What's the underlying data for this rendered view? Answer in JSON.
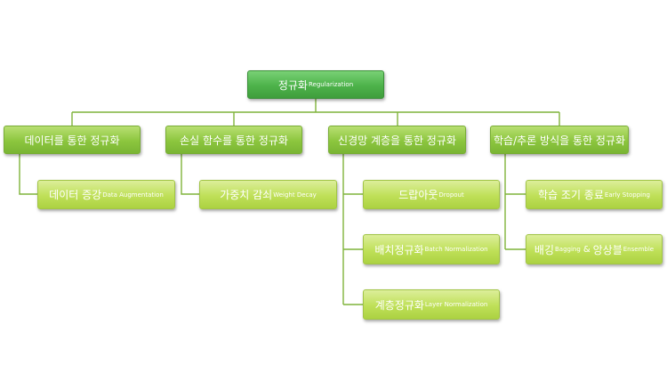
{
  "root": {
    "ko": "정규화",
    "en": "Regularization"
  },
  "categories": [
    {
      "label": "데이터를 통한 정규화",
      "items": [
        {
          "ko": "데이터 증강",
          "en": "Data Augmentation"
        }
      ]
    },
    {
      "label": "손실 함수를 통한 정규화",
      "items": [
        {
          "ko": "가중치 감쇠",
          "en": "Weight Decay"
        }
      ]
    },
    {
      "label": "신경망 계층을 통한 정규화",
      "items": [
        {
          "ko": "드랍아웃",
          "en": "Dropout"
        },
        {
          "ko": "배치정규화",
          "en": "Batch Normalization"
        },
        {
          "ko": "계층정규화",
          "en": "Layer Normalization"
        }
      ]
    },
    {
      "label": "학습/추론 방식을 통한 정규화",
      "items": [
        {
          "ko": "학습 조기 종료",
          "en": "Early Stopping"
        },
        {
          "ko": "배깅",
          "en": "Bagging",
          "amp": "&",
          "ko2": "앙상블",
          "en2": "Ensemble"
        }
      ]
    }
  ],
  "colors": {
    "line": "#7fb33a",
    "root_fill": "#4db24a",
    "category_fill": "#8cc63e",
    "leaf_fill": "#bfe058"
  }
}
